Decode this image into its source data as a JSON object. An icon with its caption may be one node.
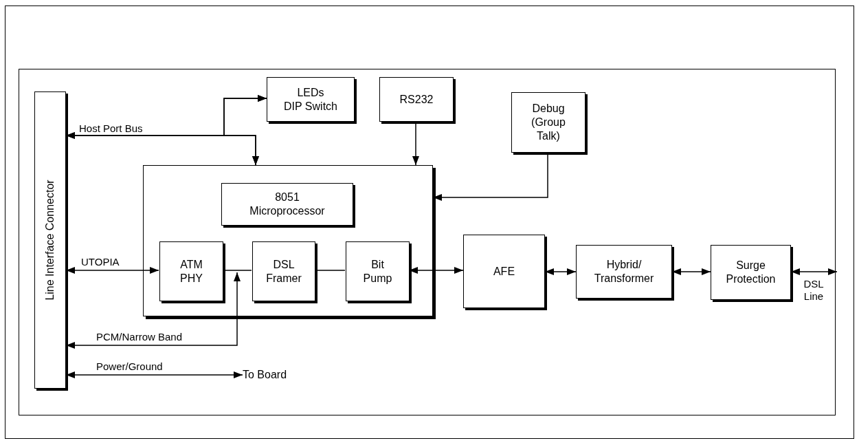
{
  "diagram": {
    "nodes": [
      {
        "text": [
          "Line Interface Connector"
        ]
      },
      {
        "text": [
          "LEDs",
          "DIP Switch"
        ]
      },
      {
        "text": [
          "RS232"
        ]
      },
      {
        "text": [
          "Debug (Group Talk)"
        ]
      },
      {
        "text": [],
        "shape": "box"
      },
      {
        "text": [
          "8051 Microprocessor"
        ],
        "in": 4
      },
      {
        "text": [
          "ATM PHY"
        ],
        "in": 4
      },
      {
        "text": [
          "DSL Framer"
        ],
        "in": 4
      },
      {
        "text": [
          "Bit Pump"
        ],
        "in": 4
      },
      {
        "text": [
          "AFE"
        ]
      },
      {
        "text": [
          "Hybrid/ Transformer"
        ]
      },
      {
        "text": [
          "Surge Protection"
        ]
      },
      {
        "text": [
          "To Board"
        ]
      }
    ],
    "edges": [
      {
        "from": 0,
        "to": 4,
        "arrow": "both",
        "label": "Host Port Bus"
      },
      {
        "from": 1,
        "to": 0,
        "arrow": "both"
      },
      {
        "from": 1,
        "to": 4,
        "arrow": "both"
      },
      {
        "from": 2,
        "to": 4,
        "arrow": "to"
      },
      {
        "from": 3,
        "to": 4,
        "arrow": "to"
      },
      {
        "from": 0,
        "to": 6,
        "arrow": "both",
        "label": "UTOPIA"
      },
      {
        "from": 6,
        "to": 7,
        "arrow": "none"
      },
      {
        "from": 7,
        "to": 8,
        "arrow": "none"
      },
      {
        "from": 7,
        "to": 0,
        "arrow": "both",
        "label": "PCM/Narrow Band"
      },
      {
        "from": 0,
        "to": 12,
        "arrow": "both",
        "label": "Power/Ground"
      },
      {
        "from": 8,
        "to": 9,
        "arrow": "both"
      },
      {
        "from": 9,
        "to": 10,
        "arrow": "both"
      },
      {
        "from": 10,
        "to": 11,
        "arrow": "both"
      },
      {
        "from": 11,
        "to": null,
        "arrow": "both",
        "label": "DSL Line"
      }
    ]
  }
}
